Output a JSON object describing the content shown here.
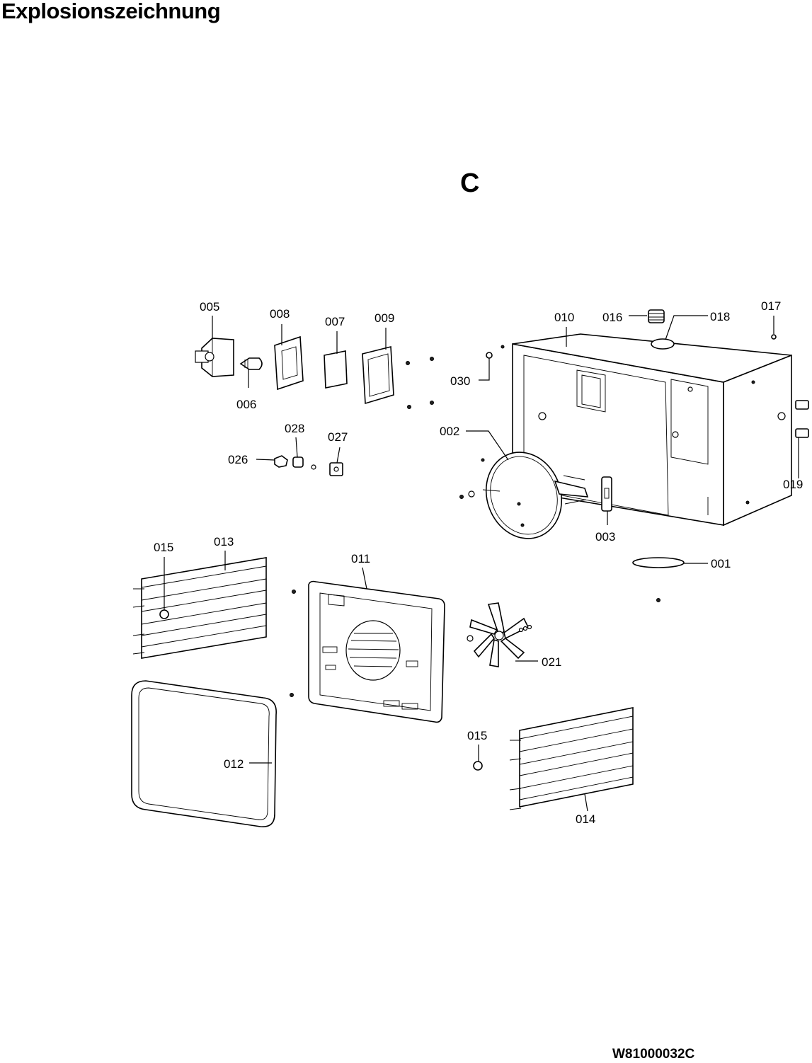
{
  "header": {
    "title": "Explosionszeichnung",
    "section": "C"
  },
  "footer": {
    "code": "W81000032C"
  },
  "parts": {
    "p001": "001",
    "p002": "002",
    "p003": "003",
    "p005": "005",
    "p006": "006",
    "p007": "007",
    "p008": "008",
    "p009": "009",
    "p010": "010",
    "p011": "011",
    "p012": "012",
    "p013": "013",
    "p014": "014",
    "p015a": "015",
    "p015b": "015",
    "p016": "016",
    "p017": "017",
    "p018": "018",
    "p019": "019",
    "p021": "021",
    "p026": "026",
    "p027": "027",
    "p028": "028",
    "p030": "030"
  }
}
